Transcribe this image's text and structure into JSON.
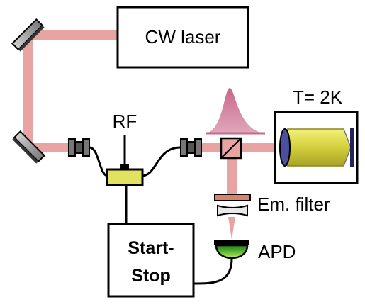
{
  "labels": {
    "laser": "CW laser",
    "rf": "RF",
    "cryostat": "T= 2K",
    "em_filter": "Em. filter",
    "apd": "APD",
    "start_stop_line1": "Start-",
    "start_stop_line2": "Stop"
  },
  "colors": {
    "beam": "#e8a3a3",
    "beam_dark": "#d98d8d",
    "pulse": "#d27d97",
    "modulator": "#e2e262",
    "sample": "#d4d04a",
    "filter": "#d7846a",
    "apd": "#4fae39",
    "box_stroke": "#000000"
  },
  "icons": {
    "mirror": "mirror-icon",
    "coupler": "fiber-coupler-icon",
    "modulator": "electro-optic-modulator-icon",
    "beamsplitter": "beamsplitter-icon",
    "lens": "lens-icon",
    "detector": "apd-detector-icon"
  }
}
